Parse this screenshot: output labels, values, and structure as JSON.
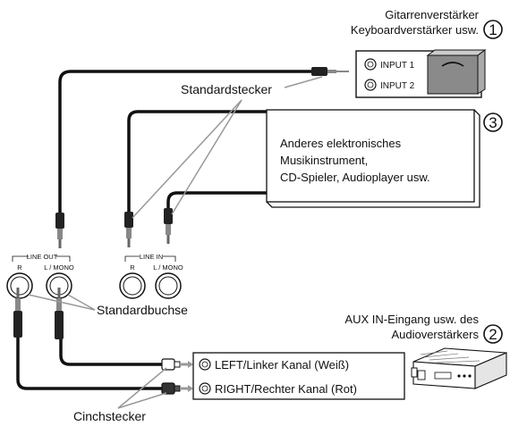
{
  "labels": {
    "amp_line1": "Gitarrenverstärker",
    "amp_line2": "Keyboardverstärker usw.",
    "input1": "INPUT 1",
    "input2": "INPUT 2",
    "standard_plug": "Standardstecker",
    "instrument_line1": "Anderes elektronisches",
    "instrument_line2": "Musikinstrument,",
    "instrument_line3": "CD-Spieler, Audioplayer usw.",
    "line_out": "LINE OUT",
    "line_in": "LINE IN",
    "jack_r": "R",
    "jack_lmono": "L / MONO",
    "standard_jack": "Standardbuchse",
    "aux_line1": "AUX IN-Eingang usw. des",
    "aux_line2": "Audioverstärkers",
    "left_channel": "LEFT/Linker Kanal (Weiß)",
    "right_channel": "RIGHT/Rechter Kanal (Rot)",
    "rca_plug": "Cinchstecker",
    "num1": "1",
    "num2": "2",
    "num3": "3"
  }
}
